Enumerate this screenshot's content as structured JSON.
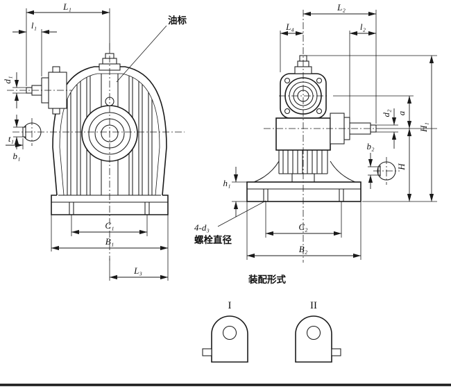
{
  "colors": {
    "line": "#1a1a1a",
    "background": "#ffffff"
  },
  "dims_left": {
    "L1": "L₁",
    "l1": "l₁",
    "d1": "d₁",
    "t1": "t₁",
    "b1": "b₁",
    "C1": "C₁",
    "B1": "B₁",
    "L3": "L₃"
  },
  "dims_right": {
    "L2": "L₂",
    "L4": "L₄",
    "l2": "l₂",
    "d2": "d₂",
    "a": "a",
    "H": "H",
    "H1": "H₁",
    "b2": "b₂",
    "h1": "h₁",
    "C2": "C₂",
    "B2": "B₂"
  },
  "annotations": {
    "oil_gauge": "油标",
    "bolt_spec": "4-d₃",
    "bolt_note": "螺栓直径"
  },
  "assembly": {
    "title": "装配形式",
    "variant_1": "I",
    "variant_2": "II"
  }
}
